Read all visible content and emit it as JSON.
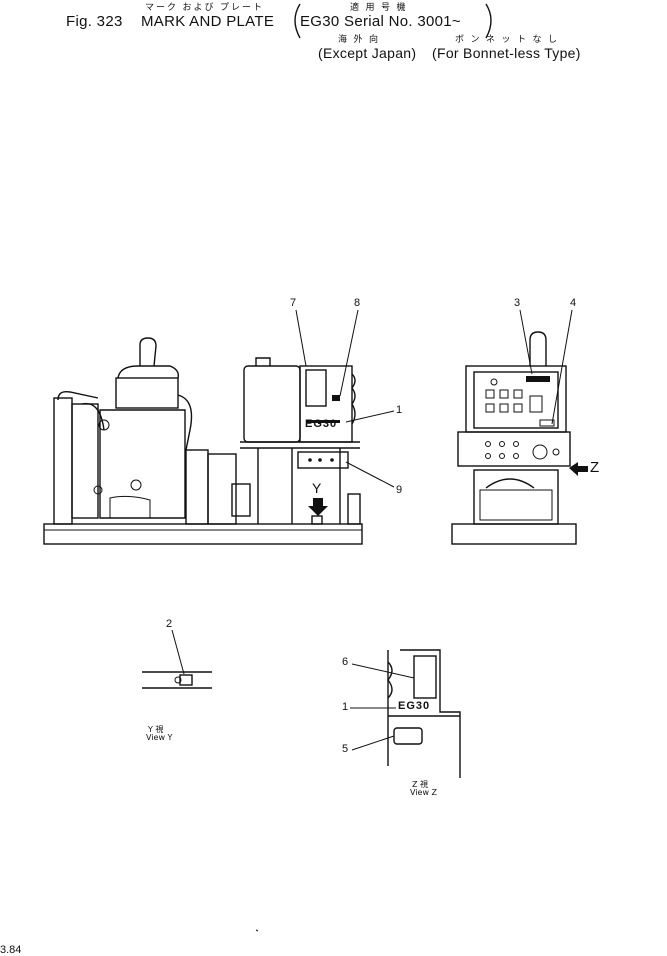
{
  "header": {
    "fig_label": "Fig. 323",
    "title_jp": "マーク および プレート",
    "title_en": "MARK AND PLATE",
    "serial_jp": "適 用 号 機",
    "serial_en": "EG30 Serial No. 3001~",
    "export_jp": "海 外 向",
    "export_en": "(Except Japan)",
    "bonnet_jp": "ボ ン ネ ッ ト な し",
    "bonnet_en": "(For Bonnet-less Type)"
  },
  "callouts": [
    "1",
    "2",
    "3",
    "4",
    "5",
    "6",
    "7",
    "8",
    "9",
    "1"
  ],
  "markers": {
    "view_y_arrow": "Y",
    "view_z_arrow": "Z"
  },
  "plate_text": {
    "main": "EG30",
    "detail": "EG30"
  },
  "views": {
    "y_jp": "Y 視",
    "y_en": "View Y",
    "z_jp": "Z 視",
    "z_en": "View Z"
  },
  "footer": {
    "page_code": "3.84"
  }
}
